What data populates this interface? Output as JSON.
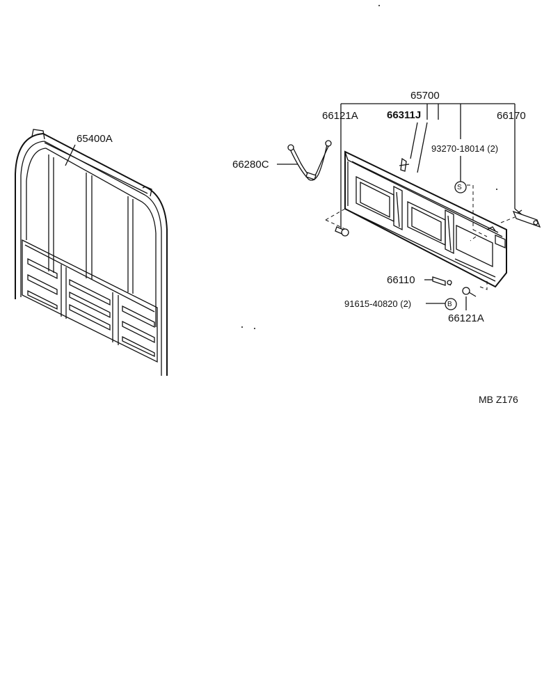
{
  "labels": {
    "p65400a": "65400A",
    "p65700": "65700",
    "p66121a_top": "66121A",
    "p66311j": "66311J",
    "p66170": "66170",
    "p93270": "93270-18014 (2)",
    "p66280c": "66280C",
    "p66110": "66110",
    "p91615": "91615-40820 (2)",
    "p66121a_bottom": "66121A",
    "sym_s": "S",
    "sym_b": "B",
    "code": "MB  Z176"
  }
}
